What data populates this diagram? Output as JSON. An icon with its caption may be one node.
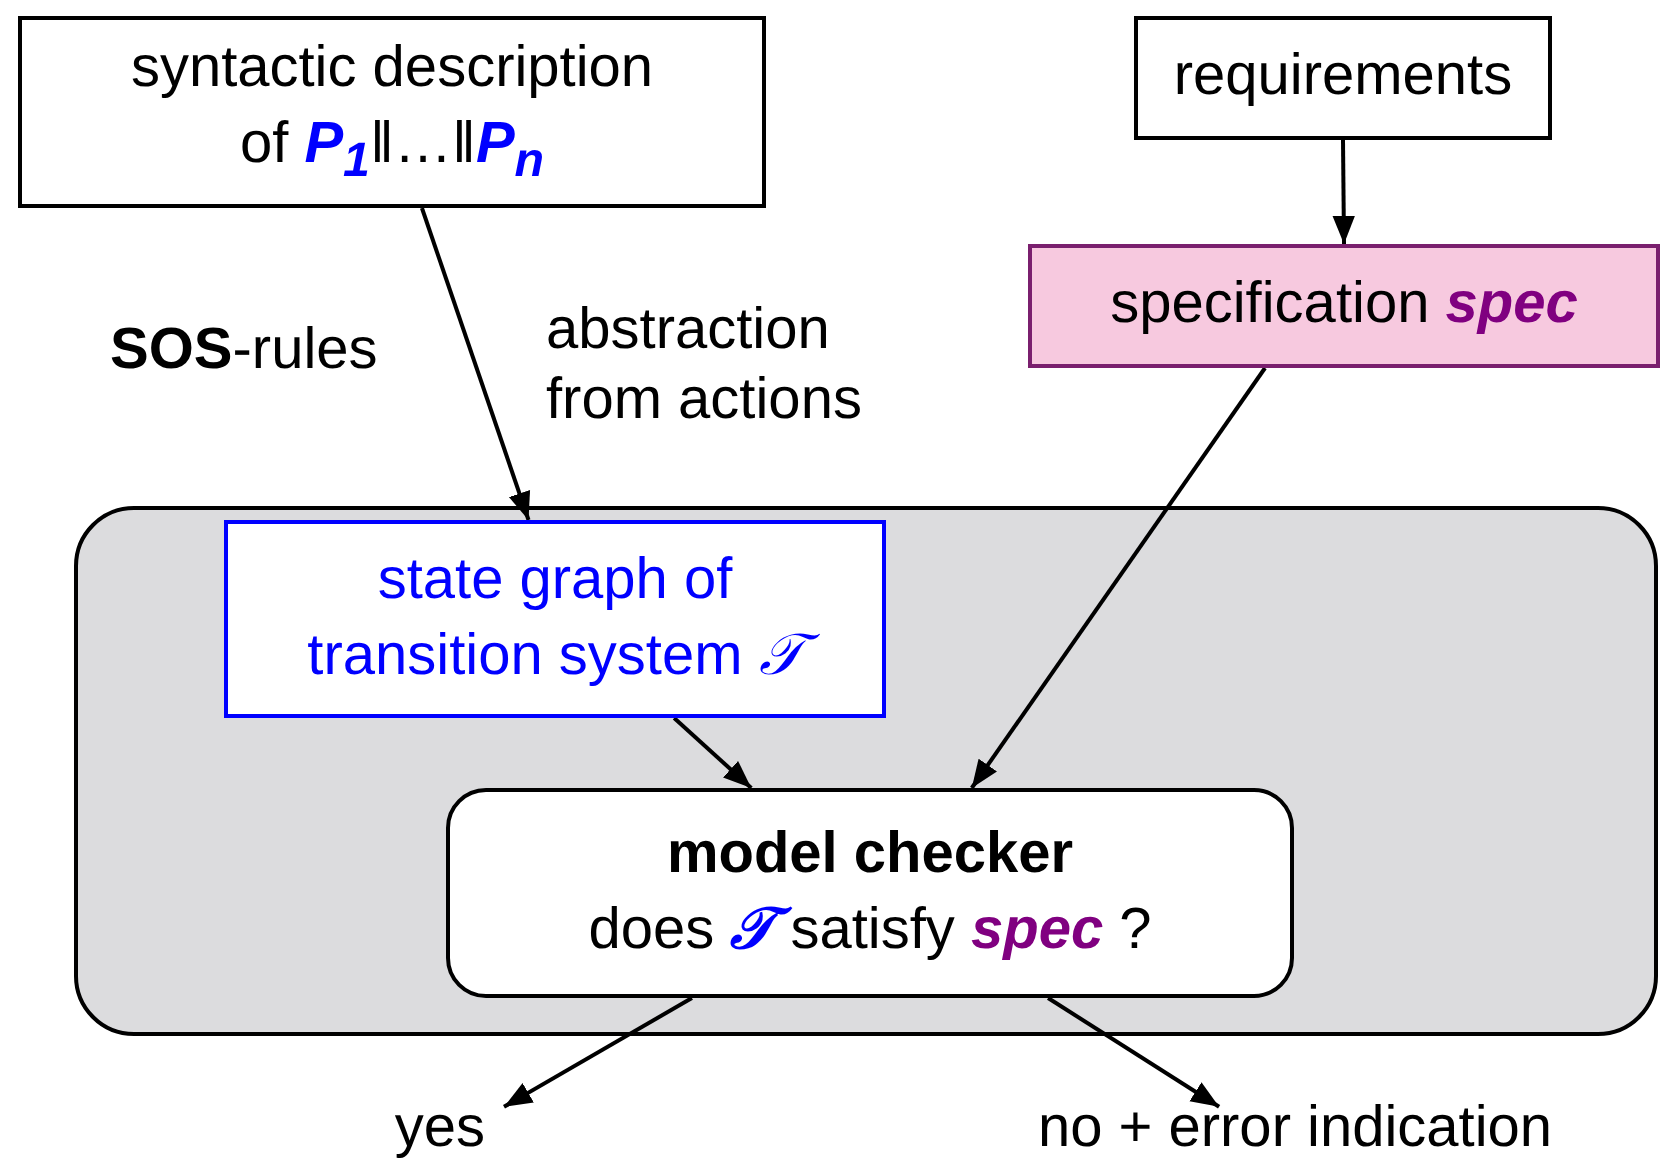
{
  "diagram": {
    "nodes": [
      {
        "text": [
          "syntactic description of *P*$_{1}$‖…‖*P*$_{n}$"
        ]
      },
      {
        "text": [
          "requirements"
        ]
      },
      {
        "text": [
          "specification *spec*"
        ]
      },
      {
        "text": [],
        "shape": "box"
      },
      {
        "text": [
          "state graph of transition system *𝒯*"
        ],
        "in": 3
      },
      {
        "text": [
          "model checker",
          "does *𝒯* satisfy *spec* ?"
        ],
        "in": 3
      },
      {
        "text": [
          "yes"
        ]
      },
      {
        "text": [
          "no + error indication"
        ]
      }
    ],
    "edges": [
      {
        "from": 0,
        "to": 4,
        "arrow": "to"
      },
      {
        "from": 1,
        "to": 2,
        "arrow": "to"
      },
      {
        "from": 2,
        "to": 5,
        "arrow": "to"
      },
      {
        "from": 4,
        "to": 5,
        "arrow": "to"
      },
      {
        "from": 5,
        "to": 6,
        "arrow": "to"
      },
      {
        "from": 5,
        "to": 7,
        "arrow": "to"
      }
    ],
    "labels": [
      "**SOS**-rules",
      "abstraction from actions"
    ]
  }
}
